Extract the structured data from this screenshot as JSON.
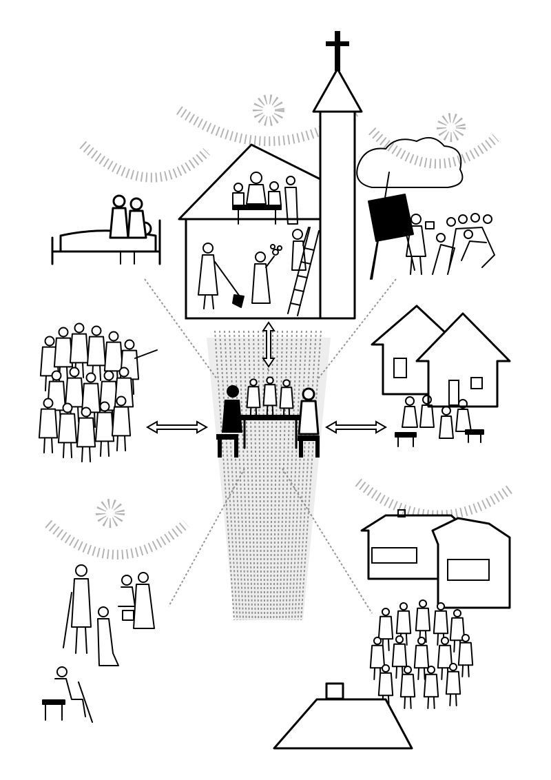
{
  "illustration": {
    "kind": "line-art diagram",
    "ink_color": "#000000",
    "paper_color": "#ffffff",
    "scenes": [
      "church-with-community-work",
      "visiting-the-sick",
      "teaching-outdoors",
      "crowd-gathering",
      "village-houses-meeting",
      "central-table-meeting",
      "helping-people-with-disabilities",
      "town-buildings-group-meeting"
    ],
    "icons": [
      "cross-icon",
      "double-arrow-icon"
    ]
  }
}
